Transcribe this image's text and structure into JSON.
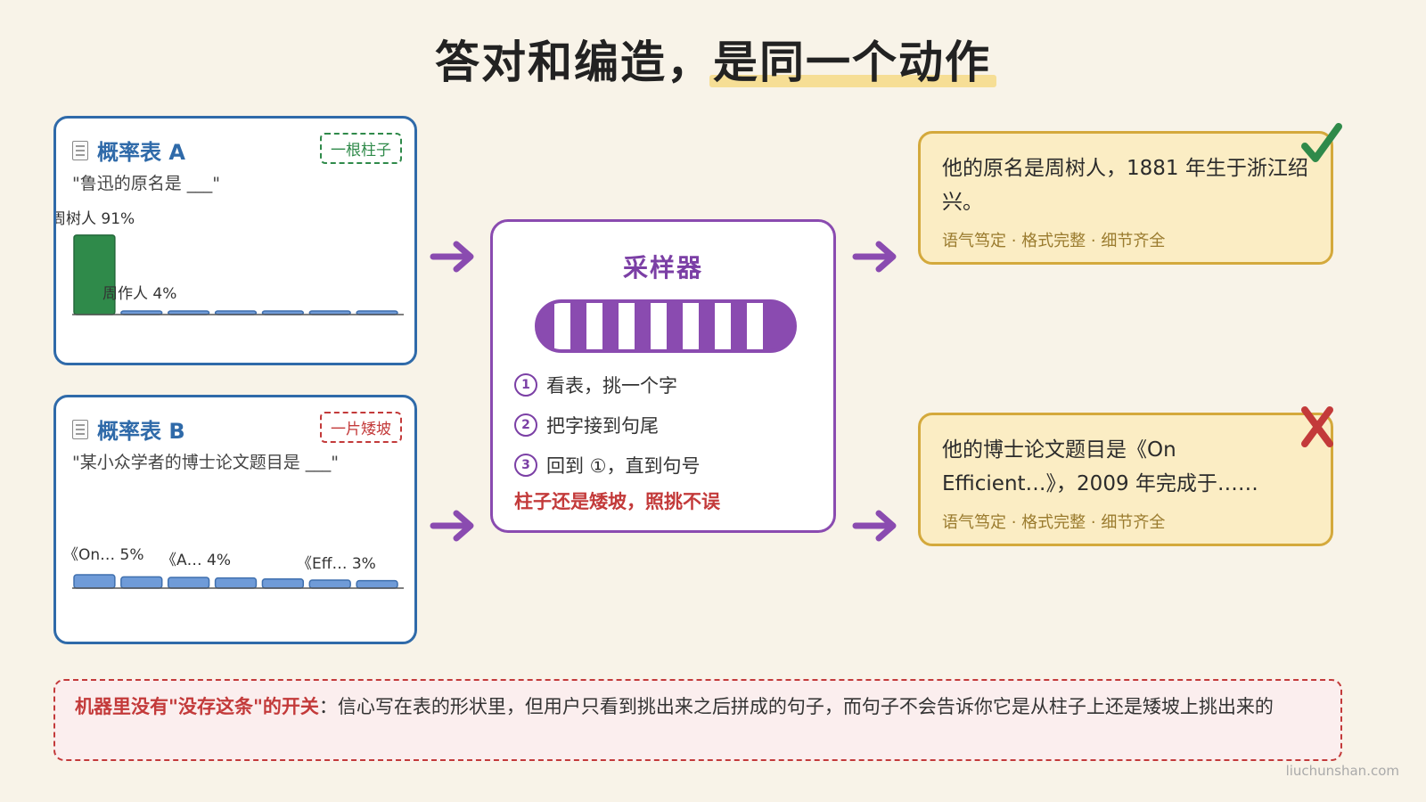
{
  "title_main": "答对和编造，",
  "title_highlight": "是同一个动作",
  "card_a": {
    "title": "概率表 A",
    "tag": "一根柱子",
    "prompt": "\"鲁迅的原名是 ___\"",
    "top_label": "周树人 91%",
    "second_label": "周作人 4%"
  },
  "card_b": {
    "title": "概率表 B",
    "tag": "一片矮坡",
    "prompt": "\"某小众学者的博士论文题目是 ___\"",
    "label_1": "《On… 5%",
    "label_2": "《A… 4%",
    "label_3": "《Eff… 3%"
  },
  "chart_data": [
    {
      "type": "bar",
      "categories": [
        "周树人",
        "周作人",
        "",
        "",
        "",
        "",
        ""
      ],
      "values": [
        91,
        4,
        1.5,
        1.2,
        1,
        0.8,
        0.6
      ],
      "title": "概率表 A",
      "xlabel": "",
      "ylabel": "",
      "ylim": [
        0,
        100
      ],
      "grid": false
    },
    {
      "type": "bar",
      "categories": [
        "《On…",
        "",
        "《A…",
        "",
        "",
        "《Eff…",
        ""
      ],
      "values": [
        5,
        4.2,
        4,
        3.8,
        3.4,
        3,
        2.8
      ],
      "title": "概率表 B",
      "xlabel": "",
      "ylabel": "",
      "ylim": [
        0,
        100
      ],
      "grid": false
    }
  ],
  "sampler": {
    "title": "采样器",
    "step_1_num": "1",
    "step_1": "看表，挑一个字",
    "step_2_num": "2",
    "step_2": "把字接到句尾",
    "step_3_num": "3",
    "step_3": "回到 ①，直到句号",
    "note": "柱子还是矮坡，照挑不误"
  },
  "output_a": {
    "text": "他的原名是周树人，1881 年生于浙江绍兴。",
    "meta": "语气笃定 · 格式完整 · 细节齐全",
    "mark": "check-mark-icon"
  },
  "output_b": {
    "text": "他的博士论文题目是《On Efficient…》，2009 年完成于……",
    "meta": "语气笃定 · 格式完整 · 细节齐全",
    "mark": "cross-mark-icon"
  },
  "bottom": {
    "lead": "机器里没有\"没存这条\"的开关",
    "text": "：信心写在表的形状里，但用户只看到挑出来之后拼成的句子，而句子不会告诉你它是从柱子上还是矮坡上挑出来的"
  },
  "credit": "liuchunshan.com",
  "colors": {
    "green_bar": "#2f8a4a",
    "blue_bar": "#6f9bd8",
    "purple": "#8a4bb0",
    "red": "#c33a3a",
    "gold": "#d4a93c"
  }
}
